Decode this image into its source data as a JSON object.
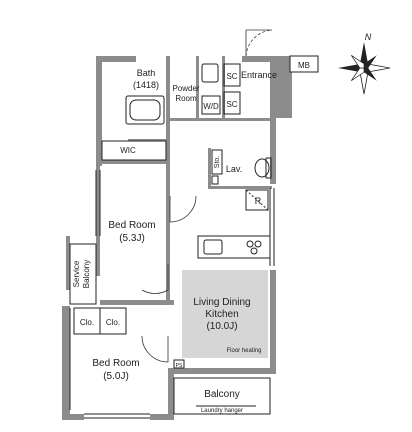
{
  "rooms": {
    "mb": "MB",
    "bath": "Bath",
    "bath_size": "(1418)",
    "powder": "Powder",
    "powder2": "Room",
    "sc1": "SC",
    "sc2": "SC",
    "entrance": "Entrance",
    "wd": "W/D",
    "wic": "WIC",
    "sto": "Sto.",
    "lav": "Lav.",
    "r": "R",
    "bed1": "Bed Room",
    "bed1_size": "(5.3J)",
    "service": "Service",
    "service2": "Balcony",
    "living": "Living Dining",
    "kitchen": "Kitchen",
    "living_size": "(10.0J)",
    "floor_heating": "Floor heating",
    "clo1": "Clo.",
    "clo2": "Clo.",
    "bed2": "Bed Room",
    "bed2_size": "(5.0J)",
    "ps": "PS",
    "balcony": "Balcony",
    "laundry": "Laundry hanger"
  },
  "compass": {
    "north": "N"
  },
  "colors": {
    "wall": "#8c8c8c",
    "floor_heating": "#d6d6d6"
  }
}
